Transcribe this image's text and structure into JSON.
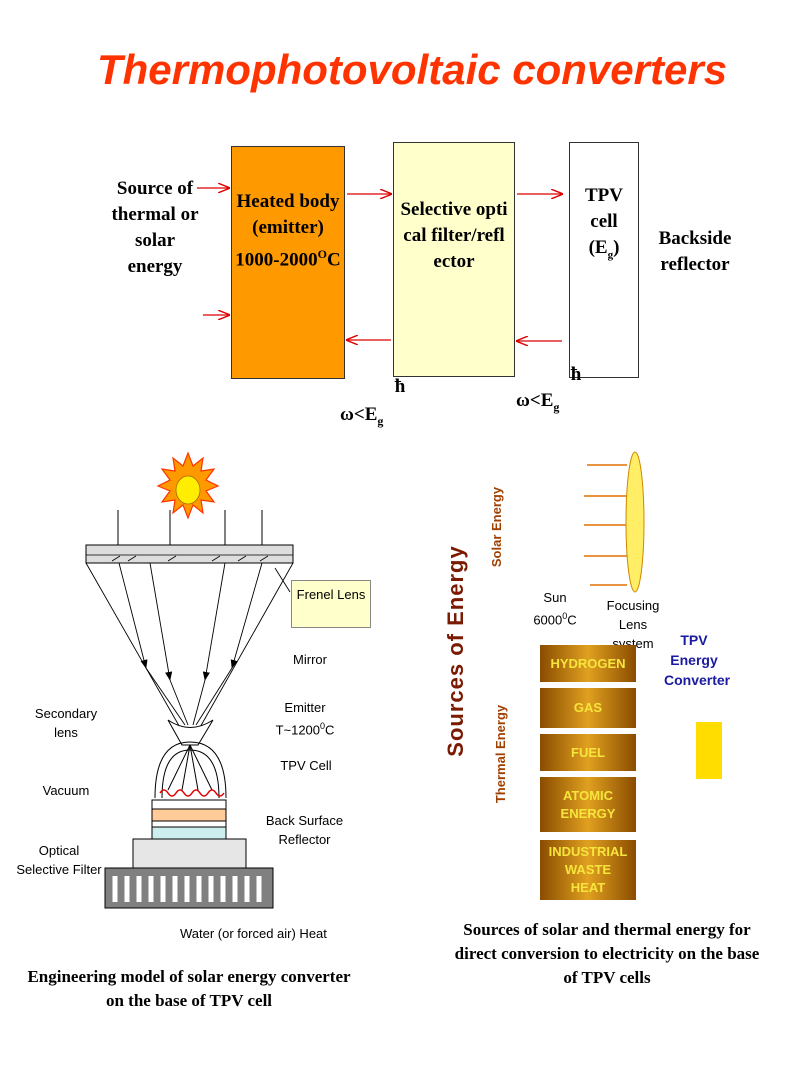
{
  "title": "Thermophotovoltaic converters",
  "flow": {
    "source_label": "Source of thermal or solar energy",
    "heated_body": "Heated body (emitter) 1000-2000",
    "heated_body_sup": "O",
    "heated_body_unit": "C",
    "filter": "Selective optical filter/reflector",
    "tpv_cell_line1": "TPV",
    "tpv_cell_line2": "cell",
    "tpv_cell_eg": "(E",
    "tpv_cell_eg_sub": "g",
    "tpv_cell_eg_close": ")",
    "backside": "Backside reflector",
    "hbar": "ħ",
    "omega": "ω<E",
    "omega_sub": "g"
  },
  "engineering": {
    "frenel_lens": "Frenel Lens",
    "mirror": "Mirror",
    "emitter": "Emitter T~1200",
    "emitter_sup": "0",
    "emitter_unit": "C",
    "tpv_cell": "TPV Cell",
    "back_surface_reflector": "Back Surface Reflector",
    "secondary_lens": "Secondary lens",
    "vacuum": "Vacuum",
    "optical_filter": "Optical Selective Filter",
    "water": "Water (or forced air) Heat",
    "caption": "Engineering model of solar energy converter on the base of TPV cell"
  },
  "sources": {
    "vertical_main": "Sources  of  Energy",
    "solar_energy": "Solar Energy",
    "thermal_energy": "Thermal Energy",
    "sun": "Sun 6000",
    "sun_sup": "0",
    "sun_unit": "C",
    "focusing": "Focusing Lens system",
    "tpv_converter": "TPV Energy Converter",
    "bars": [
      "HYDROGEN",
      "GAS",
      "FUEL",
      "ATOMIC ENERGY",
      "INDUSTRIAL WASTE HEAT"
    ],
    "caption": "Sources of solar and thermal energy for direct conversion to electricity on the base of TPV cells"
  },
  "colors": {
    "title": "#ff3300",
    "emitter_box": "#ff9900",
    "filter_box": "#ffffcc",
    "arrow": "#dd0000",
    "bar_text": "#f7e53c",
    "converter_text": "#1a1aa0",
    "converter_block": "#ffdd00",
    "vertical_text": "#7a1a00"
  }
}
